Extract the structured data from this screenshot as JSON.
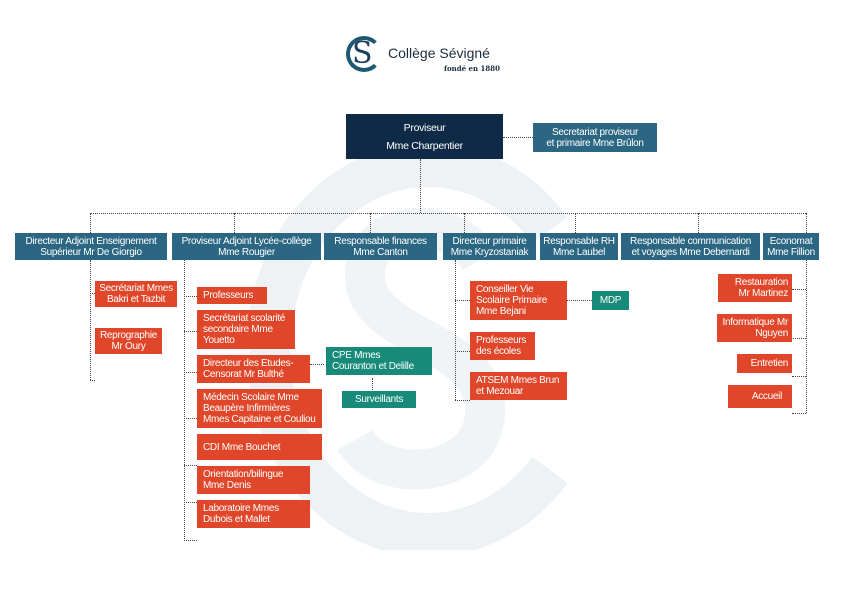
{
  "logo": {
    "name": "Collège Sévigné",
    "tagline": "fondé en 1880",
    "letter": "S"
  },
  "top": {
    "proviseur": {
      "title": "Proviseur",
      "name": "Mme Charpentier"
    },
    "secretariat": {
      "line1": "Secretariat proviseur",
      "line2": "et primaire Mme Brûlon"
    }
  },
  "level2": [
    {
      "line1": "Directeur Adjoint Enseignement",
      "line2": "Supérieur Mr De Giorgio"
    },
    {
      "line1": "Proviseur Adjoint Lycée-collège",
      "line2": "Mme Rougier"
    },
    {
      "line1": "Responsable finances",
      "line2": "Mme Canton"
    },
    {
      "line1": "Directeur primaire",
      "line2": "Mme Kryzostaniak"
    },
    {
      "line1": "Responsable RH",
      "line2": "Mme Laubel"
    },
    {
      "line1": "Responsable communication",
      "line2": "et voyages Mme Debernardi"
    },
    {
      "line1": "Economat",
      "line2": "Mme Fillion"
    }
  ],
  "da_children": [
    "Secrétariat Mmes Bakri et Tazbit",
    "Reprographie Mr Oury"
  ],
  "pa_children": [
    "Professeurs",
    "Secrétariat scolarité secondaire Mme Youetto",
    "Directeur des Etudes-Censorat Mr Bulthé",
    "Médecin Scolaire Mme Beaupère Infirmières Mmes Capitaine et Couliou",
    "CDI Mme Bouchet",
    "Orientation/bilingue Mme Denis",
    "Laboratoire Mmes Dubois et Mallet"
  ],
  "cpe": "CPE Mmes Couranton et Delille",
  "surveillants": "Surveillants",
  "dp_children": [
    "Conseiller Vie Scolaire Primaire Mme Bejani",
    "Professeurs des écoles",
    "ATSEM Mmes Brun et Mezouar"
  ],
  "mdp": "MDP",
  "eco_children": [
    "Restauration Mr Martinez",
    "Informatique Mr Nguyen",
    "Entretien",
    "Accueil"
  ],
  "colors": {
    "navy": "#0f2a47",
    "blue": "#2b6782",
    "orange": "#e0472a",
    "green": "#178a79"
  }
}
